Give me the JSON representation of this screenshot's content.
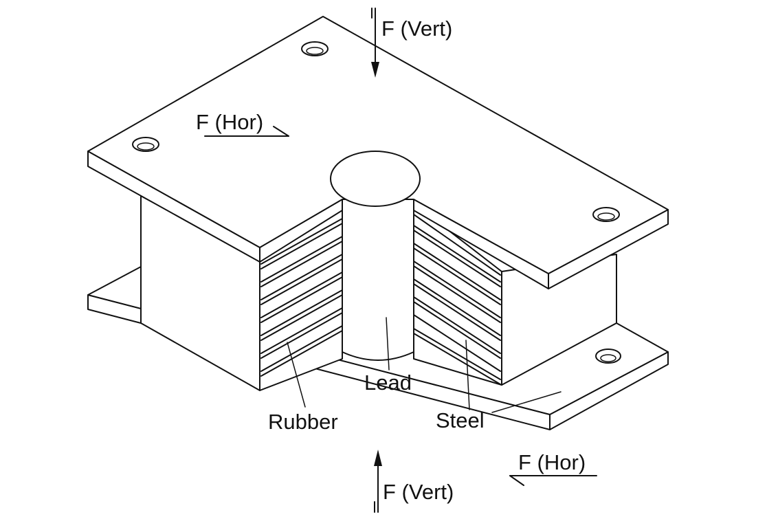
{
  "diagram": {
    "force_vertical_top": "F (Vert)",
    "force_vertical_bottom": "F (Vert)",
    "force_horizontal_top": "F (Hor)",
    "force_horizontal_bottom": "F (Hor)",
    "label_lead": "Lead",
    "label_rubber": "Rubber",
    "label_steel": "Steel"
  },
  "colors": {
    "line": "#111111",
    "background": "#ffffff"
  }
}
